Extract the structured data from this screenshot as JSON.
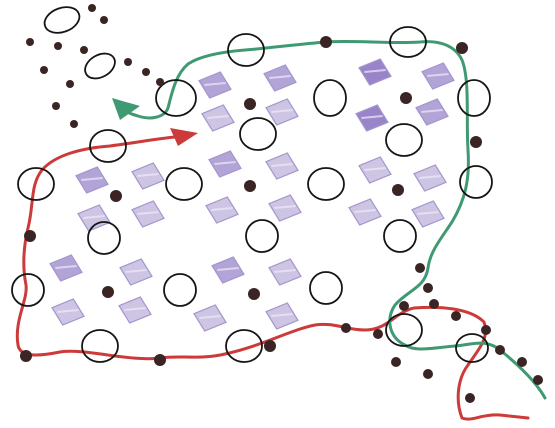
{
  "diagram": {
    "kind": "hand-drawn pattern chart",
    "background": "#ffffff",
    "colors": {
      "red_line": "#cc3a3a",
      "green_line": "#3f9a73",
      "ink": "#151515",
      "dot": "#3a2424",
      "petal_light": "#c8bfe0",
      "petal_mid": "#ab9bd4",
      "petal_dark": "#9077c4"
    },
    "symbols": [
      {
        "name": "open-circle",
        "meaning": ""
      },
      {
        "name": "filled-dot",
        "meaning": ""
      },
      {
        "name": "purple-diamond",
        "meaning": ""
      },
      {
        "name": "arrow-head",
        "meaning": ""
      }
    ],
    "labels": []
  }
}
